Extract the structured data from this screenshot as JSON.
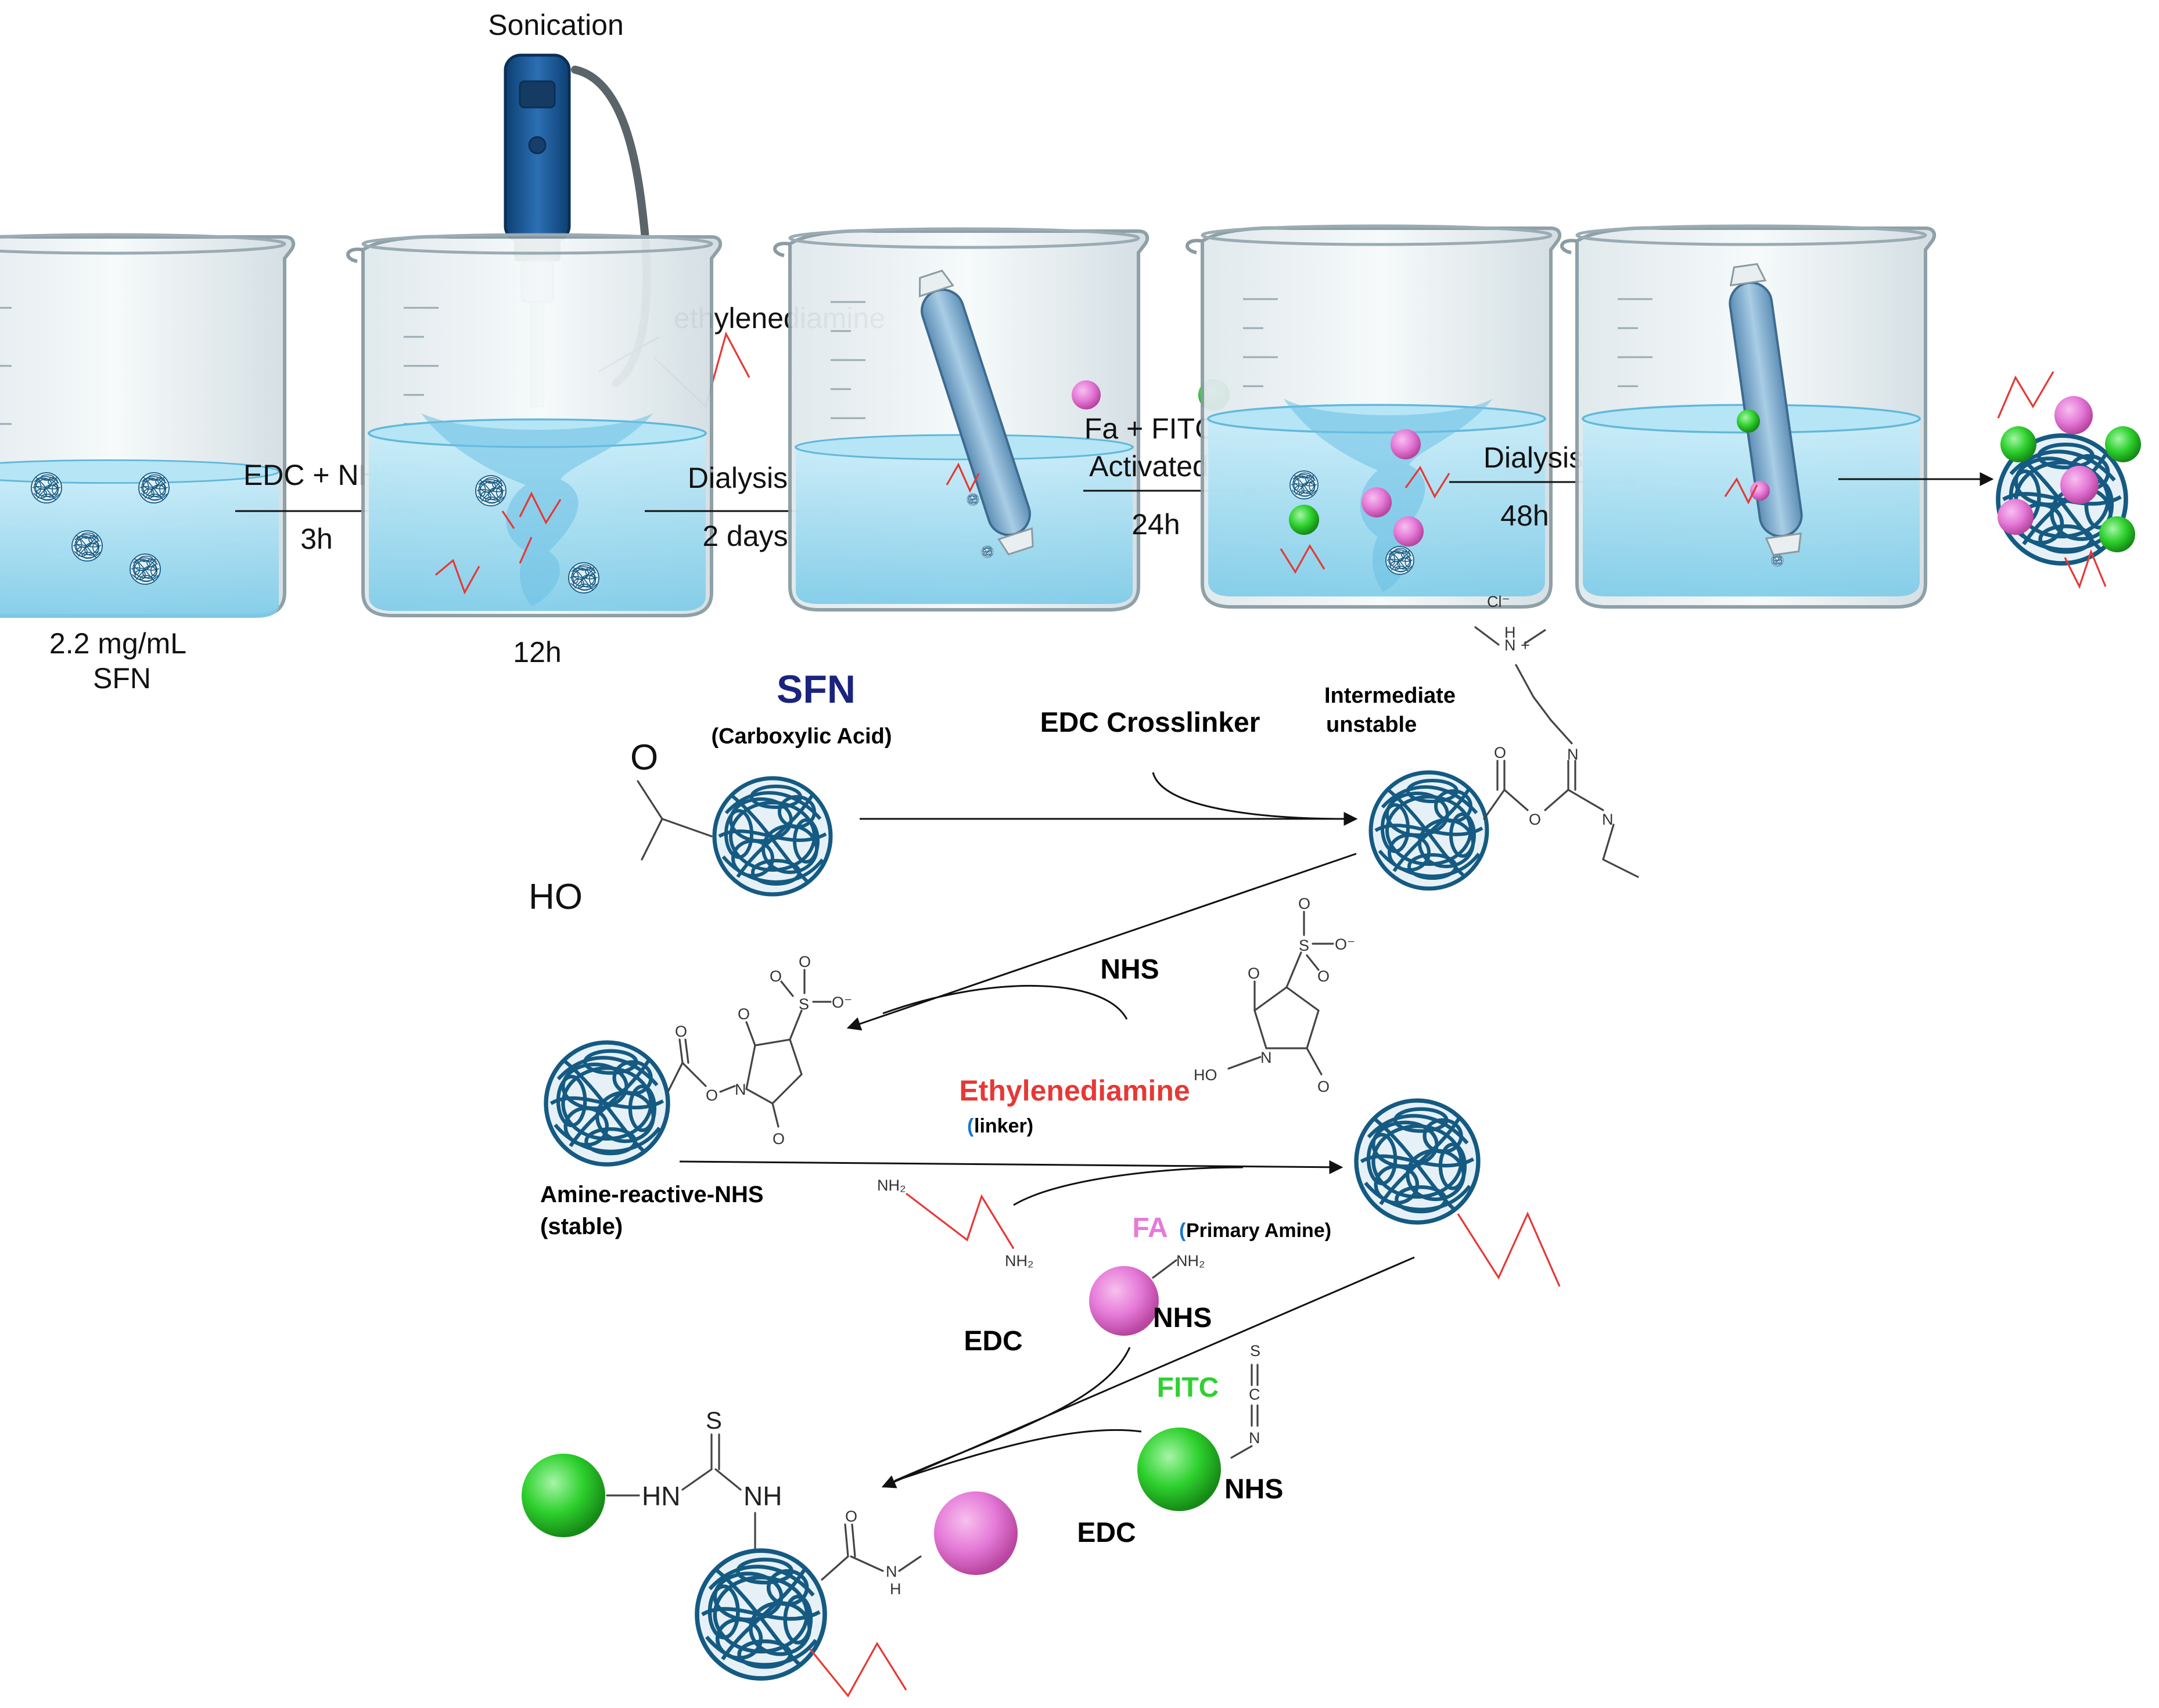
{
  "top_process": {
    "sonication": "Sonication",
    "ethylenediamine": "ethylenediamine",
    "beaker1_caption_line1": "2.2 mg/mL",
    "beaker1_caption_line2": "SFN",
    "step1_top": "EDC + NHS",
    "step1_bottom": "3h",
    "beaker2_caption": "12h",
    "step2_top": "Dialysis",
    "step2_bottom": "2 days",
    "step3_top_line1": "Fa + FITC",
    "step3_top_line2": "Activated",
    "step3_bottom": "24h",
    "step4_top": "Dialysis",
    "step4_bottom": "48h"
  },
  "mechanism": {
    "sfn_title": "SFN",
    "sfn_sub": "(Carboxylic Acid)",
    "edc_crosslinker": "EDC Crosslinker",
    "intermediate_line1": "Intermediate",
    "intermediate_line2": "unstable",
    "nhs_label": "NHS",
    "ethylenediamine_title": "Ethylenediamine",
    "linker_paren": "(",
    "linker_word": "linker)",
    "amine_reactive_line1": "Amine-reactive-NHS",
    "amine_reactive_line2": "(stable)",
    "fa_label": "FA",
    "primary_amine_paren": "(",
    "primary_amine_word": "Primary Amine)",
    "nhs_fa": "NHS",
    "edc_1": "EDC",
    "fitc_label": "FITC",
    "nhs_fitc": "NHS",
    "edc_2": "EDC"
  },
  "chem_atoms": {
    "o_top": "O",
    "ho": "HO",
    "cl": "Cl⁻",
    "n_plus": "N",
    "h_plus": "H",
    "plus": "+",
    "n1": "N",
    "n2": "N",
    "o_ester": "O",
    "o_carbonyl": "O",
    "s_sulfo1": "S",
    "o_s1a": "O",
    "o_s1b": "O",
    "o_s1c": "O⁻",
    "o_ring1a": "O",
    "o_ring1b": "O",
    "n_ring1": "N",
    "ho_nhs": "HO",
    "s_sulfo2": "S",
    "o_s2a": "O",
    "o_s2b": "O",
    "o_s2c": "O⁻",
    "o_ring2a": "O",
    "o_ring2b": "O",
    "n_ring2": "N",
    "o_link": "O",
    "o_acyl": "O",
    "nh2_a": "NH₂",
    "nh2_b": "NH₂",
    "nh2_fa": "NH₂",
    "s_fitc": "S",
    "c_fitc": "C",
    "n_fitc": "N",
    "s_thio": "S",
    "hn": "HN",
    "nh": "NH",
    "o_amide": "O",
    "n_amide": "N",
    "h_amide": "H"
  },
  "colors": {
    "sfn_navy": "#1a237e",
    "ethylenediamine_red": "#e53935",
    "fa_pink": "#e57ad8",
    "fitc_green": "#2ed12e",
    "nanoparticle_blue": "#155a82",
    "water": "#9fd7ef",
    "linker_red": "#e53935"
  }
}
